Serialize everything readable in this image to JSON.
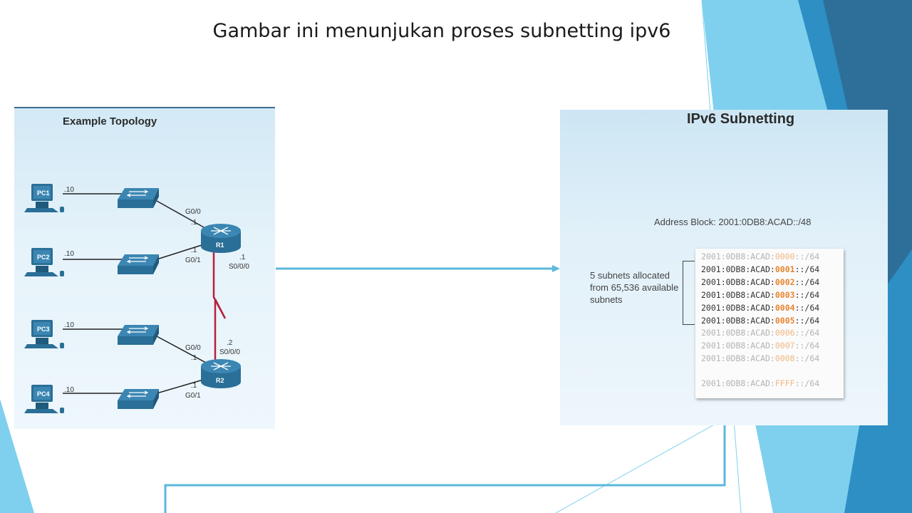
{
  "slide": {
    "title": "Gambar ini menunjukan proses subnetting ipv6"
  },
  "topology": {
    "title": "Example Topology",
    "pcs": [
      {
        "label": "PC1",
        "addr": ".10"
      },
      {
        "label": "PC2",
        "addr": ".10"
      },
      {
        "label": "PC3",
        "addr": ".10"
      },
      {
        "label": "PC4",
        "addr": ".10"
      }
    ],
    "routers": [
      {
        "label": "R1",
        "g00_if": "G0/0",
        "g00_addr": ".1",
        "g01_addr": ".1",
        "g01_if": "G0/1",
        "serial_addr": ".1",
        "serial_if": "S0/0/0"
      },
      {
        "label": "R2",
        "g00_if": "G0/0",
        "g00_addr": ".1",
        "g01_addr": ".1",
        "g01_if": "G0/1",
        "serial_addr": ".2",
        "serial_if": "S0/0/0"
      }
    ],
    "colors": {
      "device": "#2a6f97",
      "serial_link": "#b5223a",
      "ethernet_link": "#222222"
    }
  },
  "subnetting": {
    "title": "IPv6 Subnetting",
    "address_block": "Address Block: 2001:0DB8:ACAD::/48",
    "allocation_note": "5 subnets allocated from 65,536 available subnets",
    "subnets": [
      {
        "prefix": "2001:0DB8:ACAD:",
        "subnet_id": "0000",
        "suffix": "::/64",
        "allocated": false
      },
      {
        "prefix": "2001:0DB8:ACAD:",
        "subnet_id": "0001",
        "suffix": "::/64",
        "allocated": true
      },
      {
        "prefix": "2001:0DB8:ACAD:",
        "subnet_id": "0002",
        "suffix": "::/64",
        "allocated": true
      },
      {
        "prefix": "2001:0DB8:ACAD:",
        "subnet_id": "0003",
        "suffix": "::/64",
        "allocated": true
      },
      {
        "prefix": "2001:0DB8:ACAD:",
        "subnet_id": "0004",
        "suffix": "::/64",
        "allocated": true
      },
      {
        "prefix": "2001:0DB8:ACAD:",
        "subnet_id": "0005",
        "suffix": "::/64",
        "allocated": true
      },
      {
        "prefix": "2001:0DB8:ACAD:",
        "subnet_id": "0006",
        "suffix": "::/64",
        "allocated": false
      },
      {
        "prefix": "2001:0DB8:ACAD:",
        "subnet_id": "0007",
        "suffix": "::/64",
        "allocated": false
      },
      {
        "prefix": "2001:0DB8:ACAD:",
        "subnet_id": "0008",
        "suffix": "::/64",
        "allocated": false
      },
      {
        "prefix": "2001:0DB8:ACAD:",
        "subnet_id": "FFFF",
        "suffix": "::/64",
        "allocated": false
      }
    ],
    "colors": {
      "highlight": "#e8852e",
      "text": "#333333",
      "faded": "#b3b3b3"
    }
  },
  "theme": {
    "accent_dark": "#2e6f9a",
    "accent_mid": "#2d8fc4",
    "accent_light": "#7fd0ee",
    "connector": "#5bb8de"
  }
}
